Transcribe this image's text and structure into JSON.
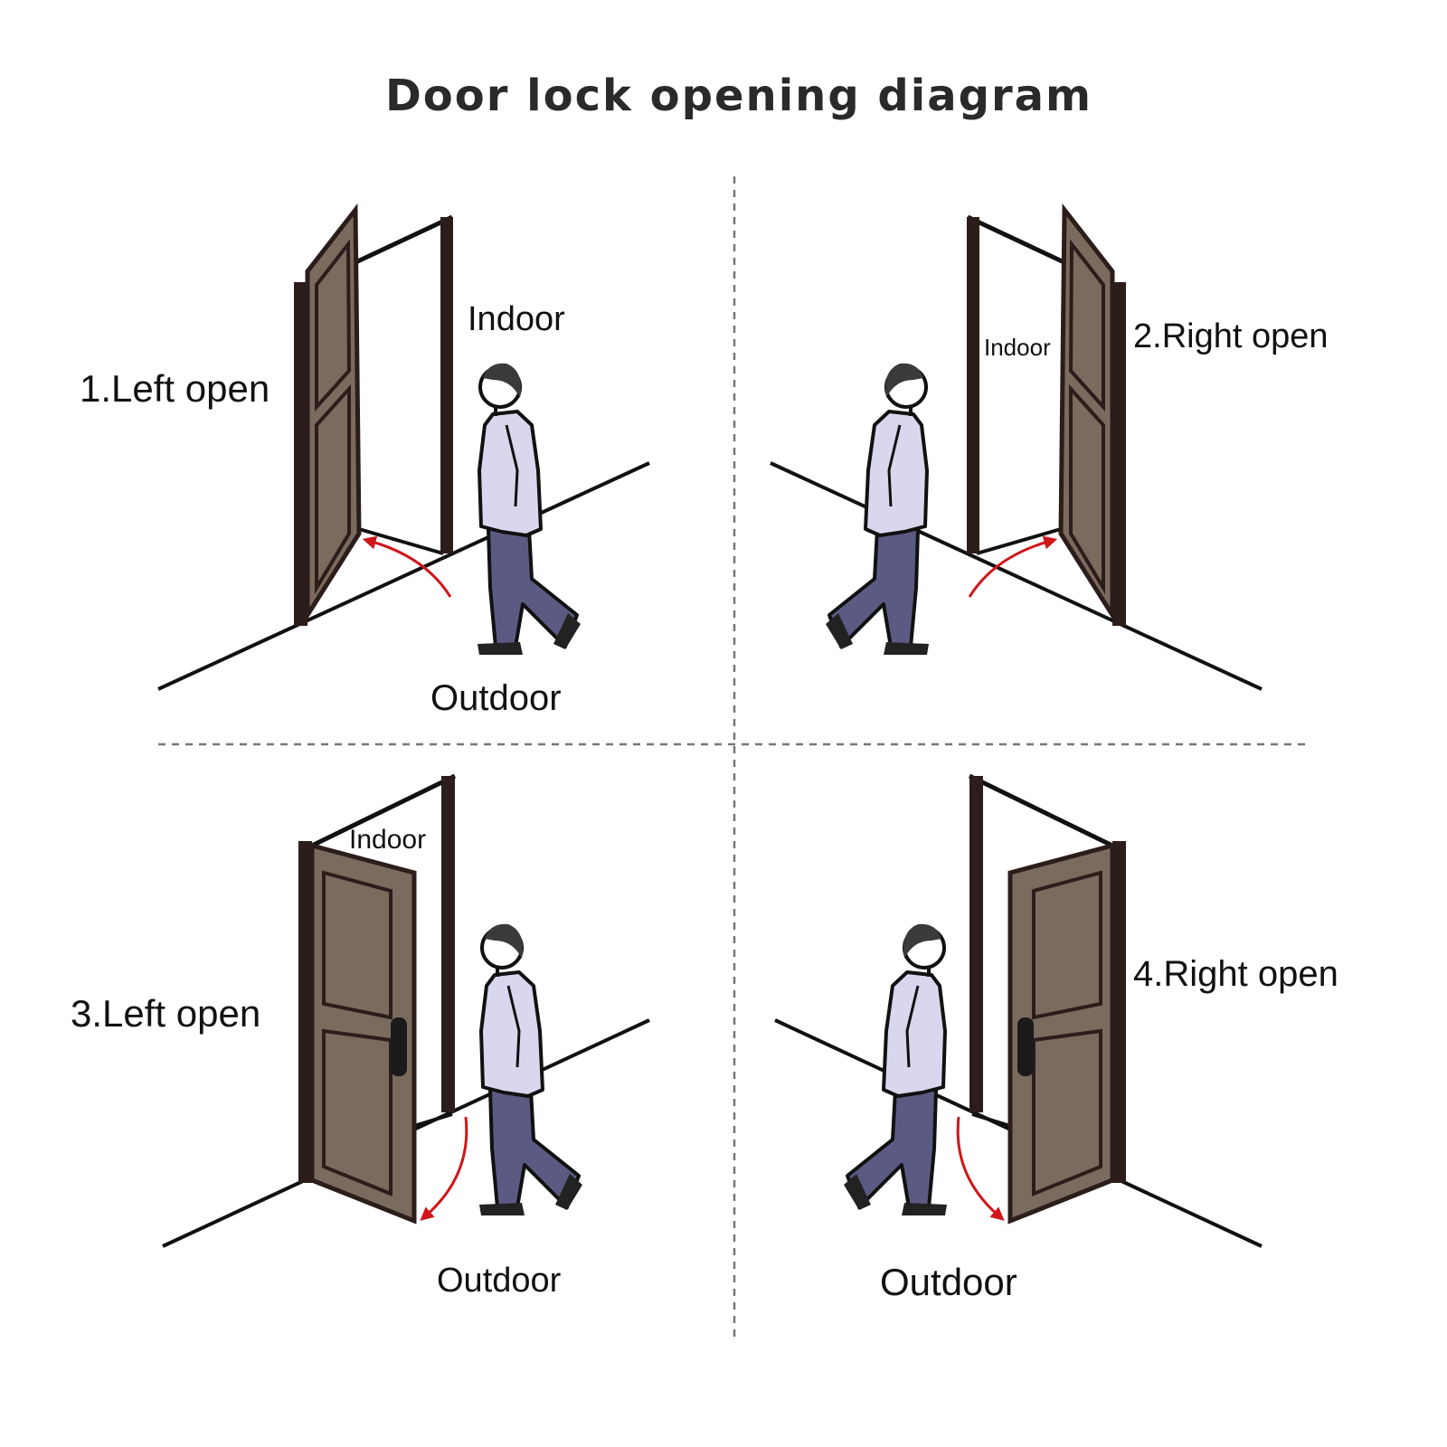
{
  "title": "Door lock opening diagram",
  "panels": [
    {
      "label": "1.Left open",
      "indoor": "Indoor",
      "outdoor": "Outdoor"
    },
    {
      "label": "2.Right open",
      "indoor": "Indoor"
    },
    {
      "label": "3.Left open",
      "indoor": "Indoor",
      "outdoor": "Outdoor"
    },
    {
      "label": "4.Right open",
      "outdoor": "Outdoor"
    }
  ],
  "colors": {
    "door": "#7b6a5e",
    "frame": "#2b1d1a",
    "arrow": "#d0161b",
    "shirt": "#d9d7ee",
    "pants": "#5b5a82"
  }
}
